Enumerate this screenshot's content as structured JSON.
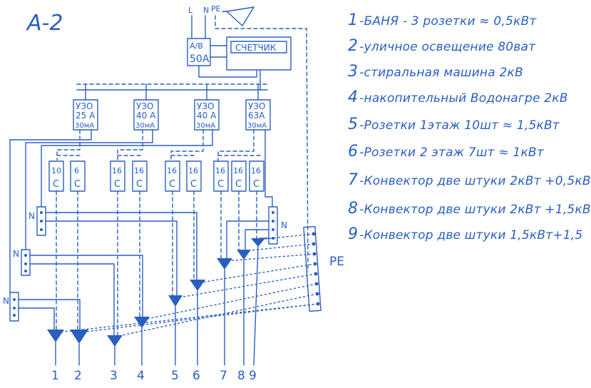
{
  "title": "А-2",
  "supply": {
    "L": "L",
    "N": "N",
    "PE": "PE"
  },
  "main_breaker": {
    "line1": "А/В",
    "line2": "50А"
  },
  "meter": {
    "label": "СЧЕТЧИК"
  },
  "rcds": [
    {
      "line1": "УЗО",
      "line2": "25 А",
      "line3": "30мА"
    },
    {
      "line1": "УЗО",
      "line2": "40 А",
      "line3": "30мА"
    },
    {
      "line1": "УЗО",
      "line2": "40 А",
      "line3": "30мА"
    },
    {
      "line1": "УЗО",
      "line2": "63А",
      "line3": "30мА"
    }
  ],
  "breakers": [
    {
      "rating": "10",
      "curve": "С"
    },
    {
      "rating": "6",
      "curve": "С"
    },
    {
      "rating": "16",
      "curve": "С"
    },
    {
      "rating": "16",
      "curve": "С"
    },
    {
      "rating": "16",
      "curve": "С"
    },
    {
      "rating": "16",
      "curve": "С"
    },
    {
      "rating": "16",
      "curve": "С"
    },
    {
      "rating": "16",
      "curve": "С"
    },
    {
      "rating": "16",
      "curve": "С"
    }
  ],
  "n_bus_label": "N",
  "pe_bus_label": "PE",
  "outputs": [
    "1",
    "2",
    "3",
    "4",
    "5",
    "6",
    "7",
    "8",
    "9"
  ],
  "legend": [
    {
      "num": "1",
      "text": "-БАНЯ - 3 розетки ≈ 0,5кВт"
    },
    {
      "num": "2",
      "text": "-уличное освещение 80ват"
    },
    {
      "num": "3",
      "text": "-стиральная машина 2кВ"
    },
    {
      "num": "4",
      "text": "-накопительный Водонагре 2кВ"
    },
    {
      "num": "5",
      "text": "-Розетки 1этаж 10шт ≈ 1,5кВт"
    },
    {
      "num": "6",
      "text": "-Розетки 2 этаж 7шт ≈ 1кВт"
    },
    {
      "num": "7",
      "text": "-Конвектор две штуки 2кВт +0,5кВ"
    },
    {
      "num": "8",
      "text": "-Конвектор две штуки 2кВт +1,5кВ"
    },
    {
      "num": "9",
      "text": "-Конвектор две штуки 1,5кВт+1,5"
    }
  ],
  "ink_color": "#2a5fc0"
}
